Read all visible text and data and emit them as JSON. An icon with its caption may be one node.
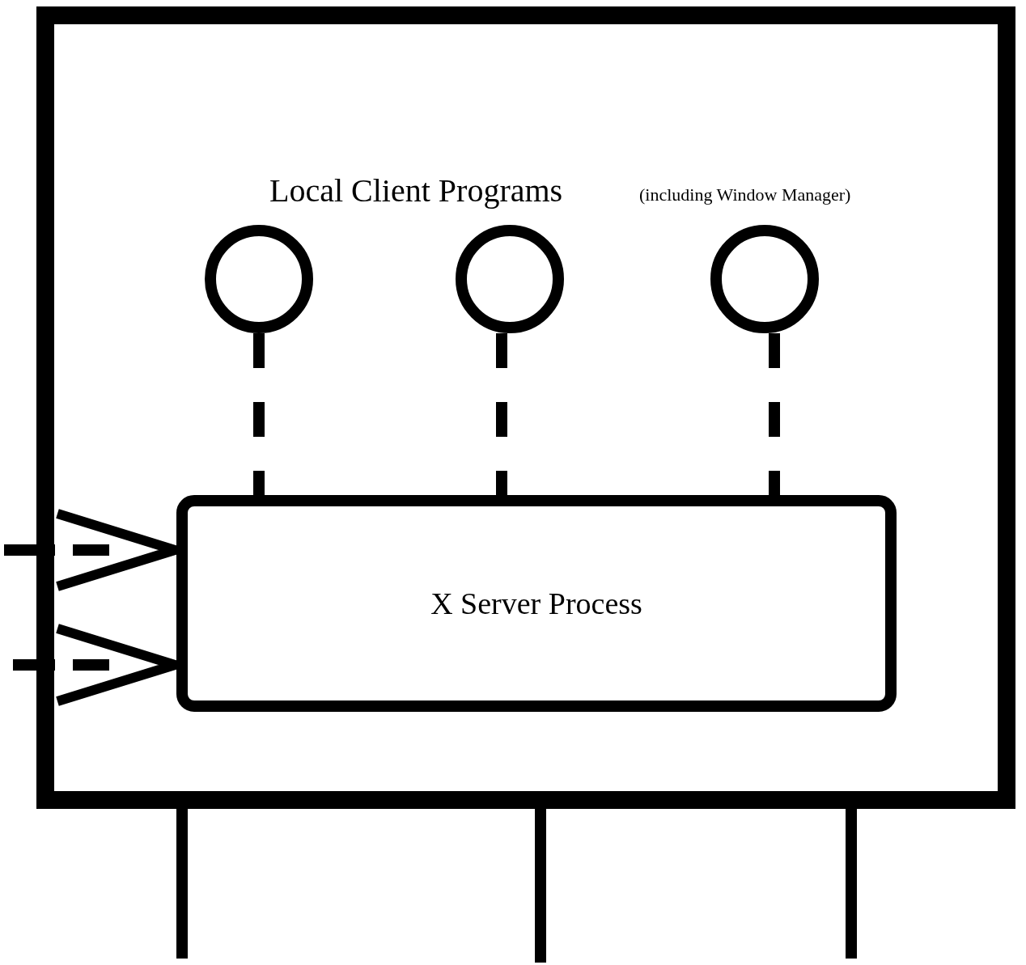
{
  "diagram": {
    "nodes": [
      {
        "text": [],
        "shape": "box"
      },
      {
        "text": [],
        "shape": "circle",
        "in": 0
      },
      {
        "text": [],
        "shape": "circle",
        "in": 0
      },
      {
        "text": [],
        "shape": "circle",
        "in": 0
      },
      {
        "text": [
          "X Server Process"
        ],
        "in": 0
      }
    ],
    "edges": [
      {
        "from": 1,
        "to": 4,
        "arrow": "none",
        "style": "dashed"
      },
      {
        "from": 2,
        "to": 4,
        "arrow": "none",
        "style": "dashed"
      },
      {
        "from": 3,
        "to": 4,
        "arrow": "none",
        "style": "dashed"
      },
      {
        "from": null,
        "to": 4,
        "arrow": "to",
        "style": "dashed"
      },
      {
        "from": null,
        "to": 4,
        "arrow": "to",
        "style": "dashed"
      },
      {
        "from": 0,
        "to": null,
        "arrow": "none"
      },
      {
        "from": 0,
        "to": null,
        "arrow": "none"
      },
      {
        "from": 0,
        "to": null,
        "arrow": "none"
      }
    ],
    "labels": [
      "Local Client Programs",
      "(including Window Manager)"
    ]
  }
}
